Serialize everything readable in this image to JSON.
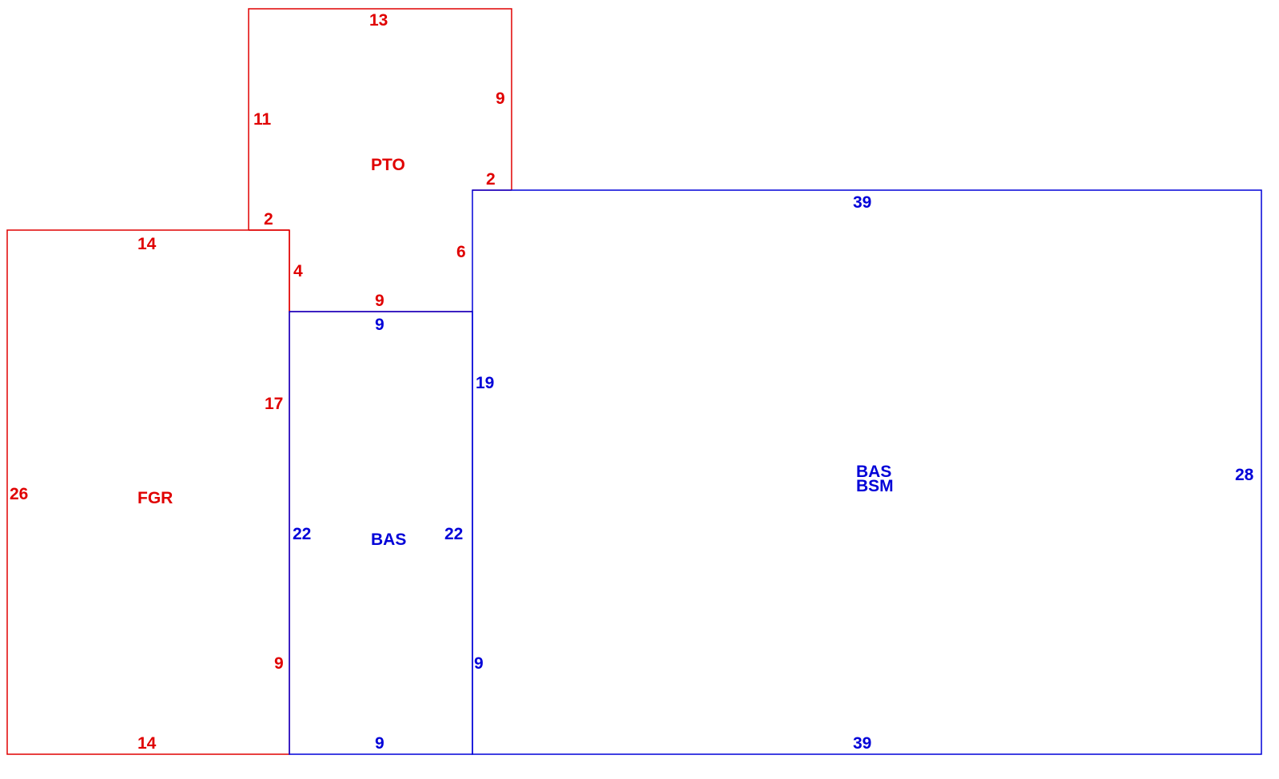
{
  "colors": {
    "red": "#e00000",
    "blue": "#0000d8",
    "background": "#ffffff"
  },
  "areas": {
    "pto": "PTO",
    "fgr": "FGR",
    "bas_middle": "BAS",
    "bas_main_1": "BAS",
    "bas_main_2": "BSM"
  },
  "dims": {
    "pto_top": "13",
    "pto_right_upper": "9",
    "pto_left": "11",
    "pto_step_right": "2",
    "pto_step_left": "2",
    "pto_lower_left": "4",
    "pto_lower_right": "6",
    "pto_bottom": "9",
    "fgr_top": "14",
    "fgr_left": "26",
    "fgr_right_upper": "17",
    "fgr_right_lower": "9",
    "fgr_bottom": "14",
    "bas_mid_top": "9",
    "bas_mid_left": "22",
    "bas_mid_right": "22",
    "bas_mid_bottom": "9",
    "bas_main_top": "39",
    "bas_main_left_upper": "19",
    "bas_main_left_lower": "9",
    "bas_main_right": "28",
    "bas_main_bottom": "39"
  }
}
